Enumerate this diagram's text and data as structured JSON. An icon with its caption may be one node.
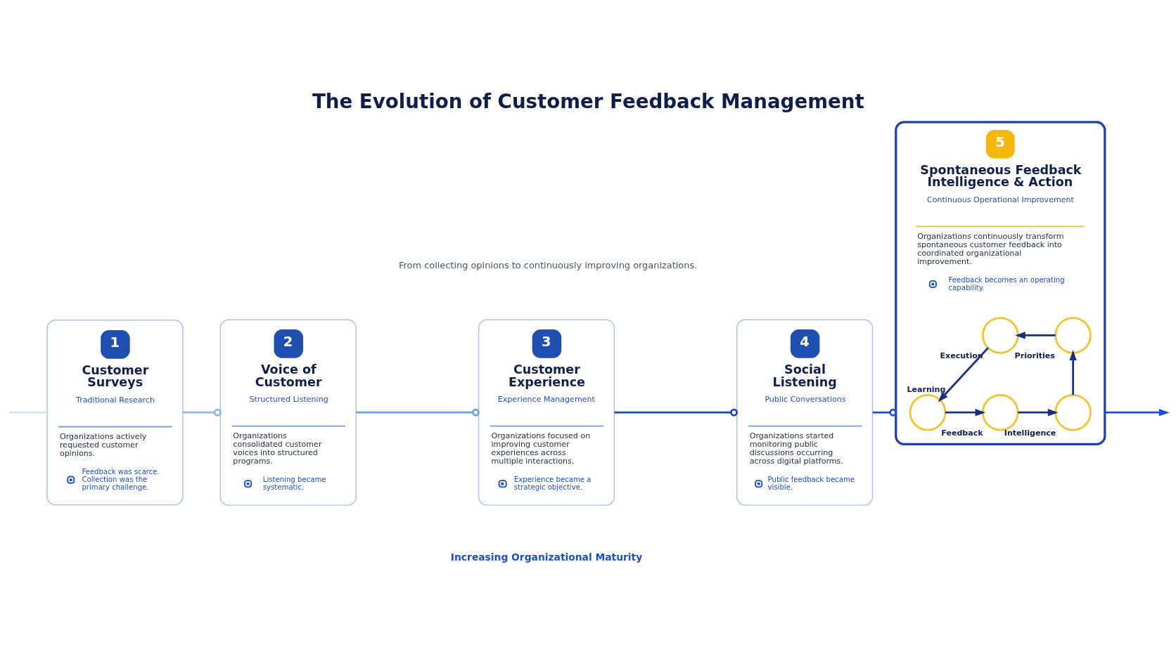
{
  "diagram": {
    "title": "The Evolution of Customer Feedback Management",
    "nodes": [
      {
        "text": [
          "1",
          "Customer Surveys",
          "Traditional Research",
          "Organizations actively requested customer opinions.",
          "Feedback was scarce. Collection was the primary challenge."
        ]
      },
      {
        "text": [
          "2",
          "Voice of Customer",
          "Structured Listening",
          "Organizations consolidated customer voices into structured programs.",
          "Listening became systematic."
        ]
      },
      {
        "text": [
          "3",
          "Customer Experience",
          "Experience Management",
          "Organizations focused on improving customer experiences across multiple interactions.",
          "Experience became a strategic objective."
        ]
      },
      {
        "text": [
          "4",
          "Social Listening",
          "Public Conversations",
          "Organizations started monitoring public discussions occurring across digital platforms.",
          "Public feedback became visible."
        ]
      },
      {
        "text": [
          "5",
          "Spontaneous Feedback Intelligence & Action",
          "Continuous Operational Improvement",
          "Organizations continuously transform spontaneous customer feedback into coordinated organizational improvement.",
          "Feedback becomes an operating capability."
        ]
      },
      {
        "text": [],
        "shape": "circle",
        "beside": [
          "Feedback"
        ],
        "in": 4
      },
      {
        "text": [],
        "shape": "circle",
        "beside": [
          "Intelligence"
        ],
        "in": 4
      },
      {
        "text": [],
        "shape": "circle",
        "beside": [
          "Priorities"
        ],
        "in": 4
      },
      {
        "text": [],
        "shape": "circle",
        "beside": [
          "Execution"
        ],
        "in": 4
      },
      {
        "text": [],
        "shape": "circle",
        "beside": [
          "Learning"
        ],
        "in": 4
      }
    ],
    "edges": [
      {
        "from": null,
        "to": 0,
        "arrow": "none",
        "color": "#d3e2f7"
      },
      {
        "from": 0,
        "to": 1,
        "arrow": "other",
        "color": "#8fb6ea"
      },
      {
        "from": 1,
        "to": 2,
        "arrow": "other",
        "color": "#6f9fe3"
      },
      {
        "from": 2,
        "to": 3,
        "arrow": "other",
        "color": "#1f45b5"
      },
      {
        "from": 3,
        "to": 4,
        "arrow": "other",
        "color": "#1f4fd1"
      },
      {
        "from": 4,
        "to": null,
        "arrow": "to",
        "color": "#1f4fd1"
      },
      {
        "from": 5,
        "to": 6,
        "arrow": "to"
      },
      {
        "from": 6,
        "to": 7,
        "arrow": "to"
      },
      {
        "from": 7,
        "to": 8,
        "arrow": "to"
      },
      {
        "from": 8,
        "to": 9,
        "arrow": "to"
      },
      {
        "from": 9,
        "to": 5,
        "arrow": "to"
      }
    ],
    "labels": [
      "From collecting opinions to continuously improving organizations.",
      "Increasing Organizational Maturity"
    ]
  }
}
